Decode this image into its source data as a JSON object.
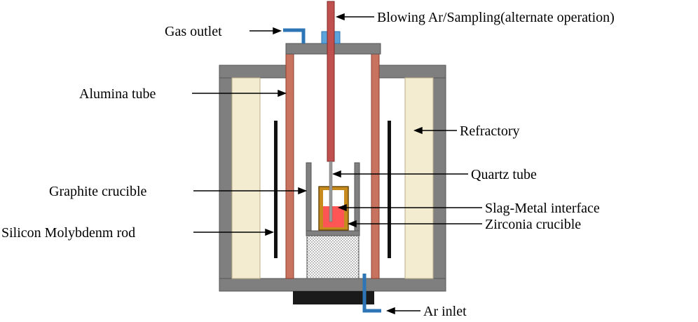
{
  "labels": {
    "gas_outlet": "Gas outlet",
    "blowing_ar": "Blowing Ar/Sampling(alternate operation)",
    "alumina_tube": "Alumina tube",
    "refractory": "Refractory",
    "quartz_tube": "Quartz tube",
    "graphite_crucible": "Graphite crucible",
    "slag_metal": "Slag-Metal interface",
    "zirconia_crucible": "Zirconia crucible",
    "silicon_rod": "Silicon Molybdenm rod",
    "ar_inlet": "Ar inlet"
  },
  "colors": {
    "furnace_wall": "#7f7f7f",
    "refractory_fill": "#f3ecd0",
    "alumina_tube": "#c8735f",
    "blowing_tube": "#c0504d",
    "pipe_blue": "#2e75b6",
    "nozzle_blue": "#5ba3d9",
    "zirconia_outer": "#c78a1c",
    "melt": "#ff5555",
    "base_block": "#1a1a1a"
  }
}
